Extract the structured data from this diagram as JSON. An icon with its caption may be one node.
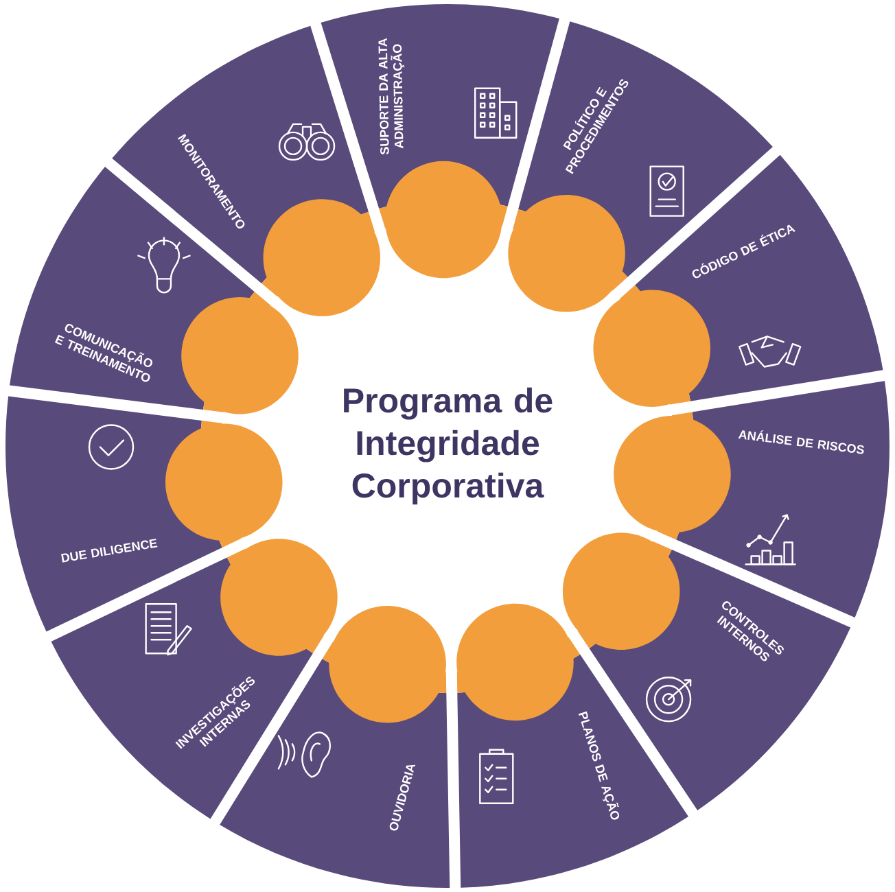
{
  "diagram": {
    "nodes": [
      {
        "text": [
          "Programa de Integridade Corporativa"
        ]
      },
      {
        "text": [
          "SUPORTE DA ALTA ADMINISTRAÇÃO"
        ]
      },
      {
        "text": [
          "POLÍTICO E PROCEDIMENTOS"
        ]
      },
      {
        "text": [
          "CÓDIGO DE ÉTICA"
        ]
      },
      {
        "text": [
          "ANÁLISE DE RISCOS"
        ]
      },
      {
        "text": [
          "CONTROLES INTERNOS"
        ]
      },
      {
        "text": [
          "PLANOS DE AÇÃO"
        ]
      },
      {
        "text": [
          "OUVIDORIA"
        ]
      },
      {
        "text": [
          "INVESTIGAÇÕES INTERNAS"
        ]
      },
      {
        "text": [
          "DUE DILIGENCE"
        ]
      },
      {
        "text": [
          "COMUNICAÇÃO E TREINAMENTO"
        ]
      },
      {
        "text": [
          "MONITORAMENTO"
        ]
      }
    ]
  }
}
